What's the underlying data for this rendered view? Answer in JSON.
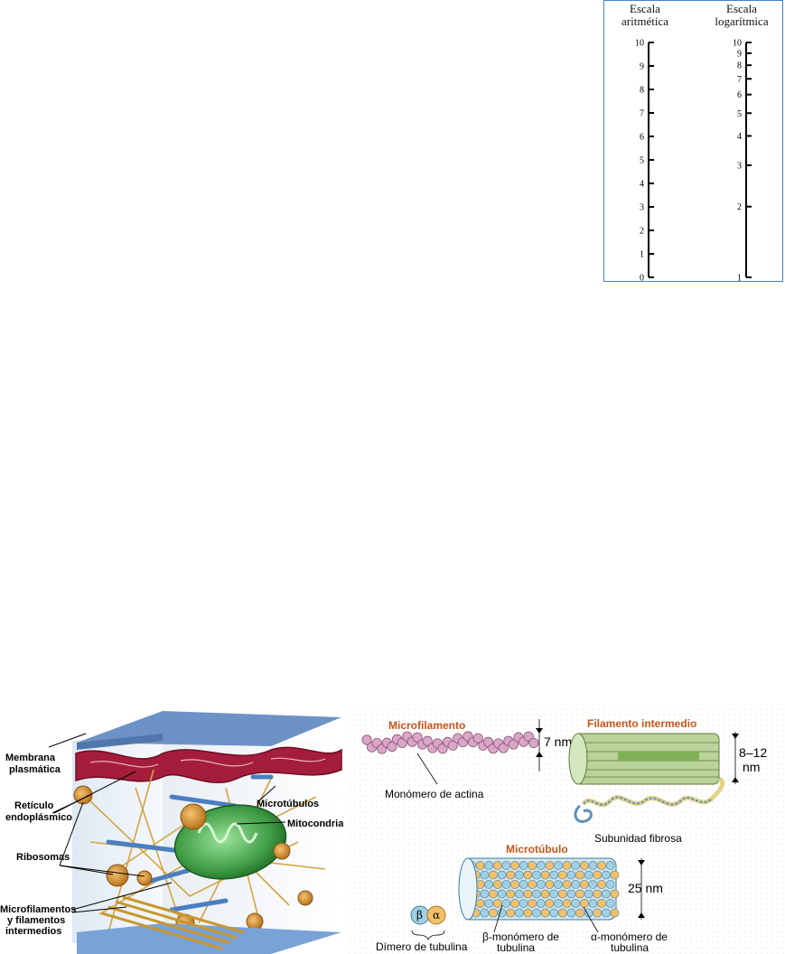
{
  "scales": {
    "arithmetic": {
      "title_line1": "Escala",
      "title_line2": "aritmética",
      "ticks": [
        "0",
        "1",
        "2",
        "3",
        "4",
        "5",
        "6",
        "7",
        "8",
        "9",
        "10"
      ]
    },
    "logarithmic": {
      "title_line1": "Escala",
      "title_line2": "logarítmica",
      "ticks": [
        "1",
        "2",
        "3",
        "4",
        "5",
        "6",
        "7",
        "8",
        "9",
        "10"
      ]
    }
  },
  "cell": {
    "membrana_1": "Membrana",
    "membrana_2": "plasmática",
    "reticulo_1": "Retículo",
    "reticulo_2": "endoplásmico",
    "microtubulos": "Microtúbulos",
    "mitocondria": "Mitocondria",
    "ribosomas": "Ribosomas",
    "microfil_1": "Microfilamentos",
    "microfil_2": "y filamentos",
    "microfil_3": "intermedios"
  },
  "filaments": {
    "microfilamento": "Microfilamento",
    "mf_size": "7 nm",
    "actina": "Monómero de actina",
    "intermedio": "Filamento intermedio",
    "if_size_1": "8–12",
    "if_size_2": "nm",
    "subunidad": "Subunidad fibrosa",
    "microtubulo": "Microtúbulo",
    "mt_size": "25 nm",
    "dimero": "Dímero de tubulina",
    "beta_1": "β-monómero de",
    "beta_2": "tubulina",
    "alpha_1": "α-monómero de",
    "alpha_2": "tubulina",
    "beta_sym": "β",
    "alpha_sym": "α"
  }
}
